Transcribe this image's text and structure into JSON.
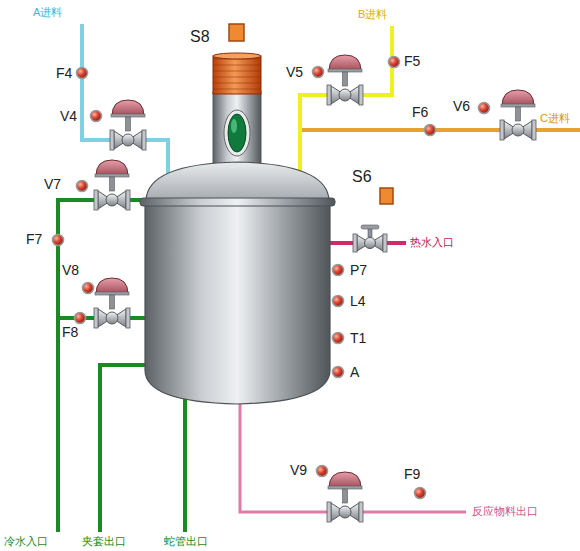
{
  "diagram": {
    "labels": [
      "A进料",
      "S8",
      "B进料",
      "F4",
      "V5",
      "F5",
      "V4",
      "F6",
      "V6",
      "C进料",
      "S6",
      "V7",
      "F7",
      "热水入口",
      "V8",
      "P7",
      "F8",
      "L4",
      "T1",
      "A",
      "V9",
      "F9",
      "反应物料出口",
      "冷水入口",
      "夹套出口",
      "蛇管出口"
    ]
  }
}
